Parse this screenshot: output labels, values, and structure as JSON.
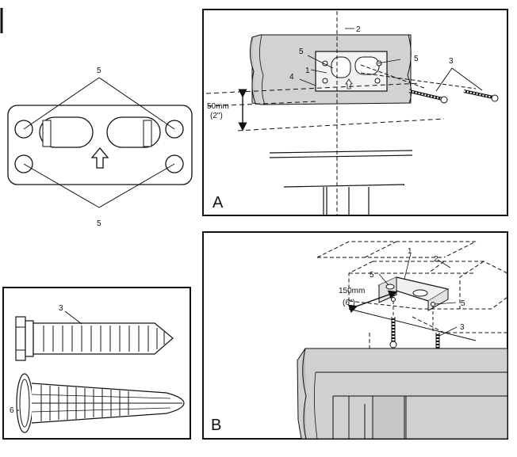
{
  "plate": {
    "top_label": "5",
    "bottom_label": "5"
  },
  "hardware": {
    "screw_label": "3",
    "anchor_label": "6"
  },
  "panel_a": {
    "letter": "A",
    "labels": {
      "bracket": "1",
      "axis": "2",
      "screws": "3",
      "wall": "4",
      "holes_left": "5",
      "holes_right": "5"
    },
    "dimension_mm": "50mm",
    "dimension_in": "(2\")"
  },
  "panel_b": {
    "letter": "B",
    "labels": {
      "bracket": "1",
      "axis": "2",
      "screws": "3",
      "holes_left": "5",
      "holes_right": "5"
    },
    "dimension_mm": "150mm",
    "dimension_in": "(6\")"
  }
}
